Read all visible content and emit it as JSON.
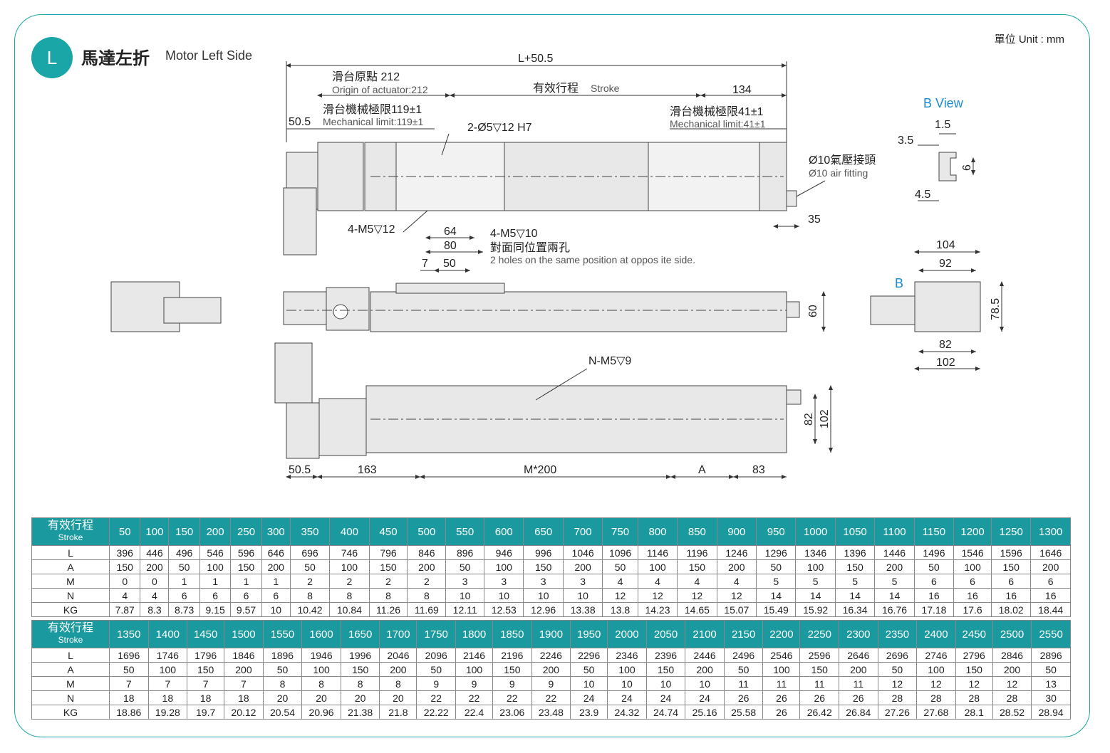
{
  "header": {
    "badge": "L",
    "title_zh": "馬達左折",
    "title_en": "Motor Left Side",
    "unit": "單位 Unit : mm"
  },
  "dims": {
    "total_length": "L+50.5",
    "origin_zh": "滑台原點 212",
    "origin_en": "Origin of actuator:212",
    "stroke_zh": "有效行程",
    "stroke_en": "Stroke",
    "right_134": "134",
    "left_50_5": "50.5",
    "mech_left_zh": "滑台機械極限119±1",
    "mech_left_en": "Mechanical limit:119±1",
    "mech_right_zh": "滑台機械極限41±1",
    "mech_right_en": "Mechanical limit:41±1",
    "pin_hole": "2-Ø5▽12 H7",
    "air_zh": "Ø10氣壓接頭",
    "air_en": "Ø10 air fitting",
    "d35": "35",
    "m5_12": "4-M5▽12",
    "d64": "64",
    "d80": "80",
    "m5_10": "4-M5▽10",
    "opp_zh": "對面同位置兩孔",
    "opp_en": "2 holes on the same position at oppos ite side.",
    "d7": "7",
    "d50": "50",
    "d60": "60",
    "nm5": "N-M5▽9",
    "d82v": "82",
    "d102v": "102",
    "b_50_5": "50.5",
    "d163": "163",
    "m200": "M*200",
    "dA": "A",
    "d83": "83",
    "bview": "B View",
    "d1_5": "1.5",
    "d3_5": "3.5",
    "d6": "6",
    "d4_5": "4.5",
    "d104": "104",
    "d92": "92",
    "bmark": "B",
    "d78_5": "78.5",
    "d82": "82",
    "d102": "102"
  },
  "table": {
    "stroke_zh": "有效行程",
    "stroke_en": "Stroke",
    "row_labels": [
      "L",
      "A",
      "M",
      "N",
      "KG"
    ],
    "block1": {
      "stroke": [
        "50",
        "100",
        "150",
        "200",
        "250",
        "300",
        "350",
        "400",
        "450",
        "500",
        "550",
        "600",
        "650",
        "700",
        "750",
        "800",
        "850",
        "900",
        "950",
        "1000",
        "1050",
        "1100",
        "1150",
        "1200",
        "1250",
        "1300"
      ],
      "L": [
        "396",
        "446",
        "496",
        "546",
        "596",
        "646",
        "696",
        "746",
        "796",
        "846",
        "896",
        "946",
        "996",
        "1046",
        "1096",
        "1146",
        "1196",
        "1246",
        "1296",
        "1346",
        "1396",
        "1446",
        "1496",
        "1546",
        "1596",
        "1646"
      ],
      "A": [
        "150",
        "200",
        "50",
        "100",
        "150",
        "200",
        "50",
        "100",
        "150",
        "200",
        "50",
        "100",
        "150",
        "200",
        "50",
        "100",
        "150",
        "200",
        "50",
        "100",
        "150",
        "200",
        "50",
        "100",
        "150",
        "200"
      ],
      "M": [
        "0",
        "0",
        "1",
        "1",
        "1",
        "1",
        "2",
        "2",
        "2",
        "2",
        "3",
        "3",
        "3",
        "3",
        "4",
        "4",
        "4",
        "4",
        "5",
        "5",
        "5",
        "5",
        "6",
        "6",
        "6",
        "6"
      ],
      "N": [
        "4",
        "4",
        "6",
        "6",
        "6",
        "6",
        "8",
        "8",
        "8",
        "8",
        "10",
        "10",
        "10",
        "10",
        "12",
        "12",
        "12",
        "12",
        "14",
        "14",
        "14",
        "14",
        "16",
        "16",
        "16",
        "16"
      ],
      "KG": [
        "7.87",
        "8.3",
        "8.73",
        "9.15",
        "9.57",
        "10",
        "10.42",
        "10.84",
        "11.26",
        "11.69",
        "12.11",
        "12.53",
        "12.96",
        "13.38",
        "13.8",
        "14.23",
        "14.65",
        "15.07",
        "15.49",
        "15.92",
        "16.34",
        "16.76",
        "17.18",
        "17.6",
        "18.02",
        "18.44"
      ]
    },
    "block2": {
      "stroke": [
        "1350",
        "1400",
        "1450",
        "1500",
        "1550",
        "1600",
        "1650",
        "1700",
        "1750",
        "1800",
        "1850",
        "1900",
        "1950",
        "2000",
        "2050",
        "2100",
        "2150",
        "2200",
        "2250",
        "2300",
        "2350",
        "2400",
        "2450",
        "2500",
        "2550"
      ],
      "L": [
        "1696",
        "1746",
        "1796",
        "1846",
        "1896",
        "1946",
        "1996",
        "2046",
        "2096",
        "2146",
        "2196",
        "2246",
        "2296",
        "2346",
        "2396",
        "2446",
        "2496",
        "2546",
        "2596",
        "2646",
        "2696",
        "2746",
        "2796",
        "2846",
        "2896"
      ],
      "A": [
        "50",
        "100",
        "150",
        "200",
        "50",
        "100",
        "150",
        "200",
        "50",
        "100",
        "150",
        "200",
        "50",
        "100",
        "150",
        "200",
        "50",
        "100",
        "150",
        "200",
        "50",
        "100",
        "150",
        "200",
        "50"
      ],
      "M": [
        "7",
        "7",
        "7",
        "7",
        "8",
        "8",
        "8",
        "8",
        "9",
        "9",
        "9",
        "9",
        "10",
        "10",
        "10",
        "10",
        "11",
        "11",
        "11",
        "11",
        "12",
        "12",
        "12",
        "12",
        "13"
      ],
      "N": [
        "18",
        "18",
        "18",
        "18",
        "20",
        "20",
        "20",
        "20",
        "22",
        "22",
        "22",
        "22",
        "24",
        "24",
        "24",
        "24",
        "26",
        "26",
        "26",
        "26",
        "28",
        "28",
        "28",
        "28",
        "30"
      ],
      "KG": [
        "18.86",
        "19.28",
        "19.7",
        "20.12",
        "20.54",
        "20.96",
        "21.38",
        "21.8",
        "22.22",
        "22.4",
        "23.06",
        "23.48",
        "23.9",
        "24.32",
        "24.74",
        "25.16",
        "25.58",
        "26",
        "26.42",
        "26.84",
        "27.26",
        "27.68",
        "28.1",
        "28.52",
        "28.94"
      ]
    }
  },
  "colors": {
    "accent": "#1aa6a6",
    "table_header": "#1a9a9e",
    "view_label": "#1a8ad0"
  }
}
